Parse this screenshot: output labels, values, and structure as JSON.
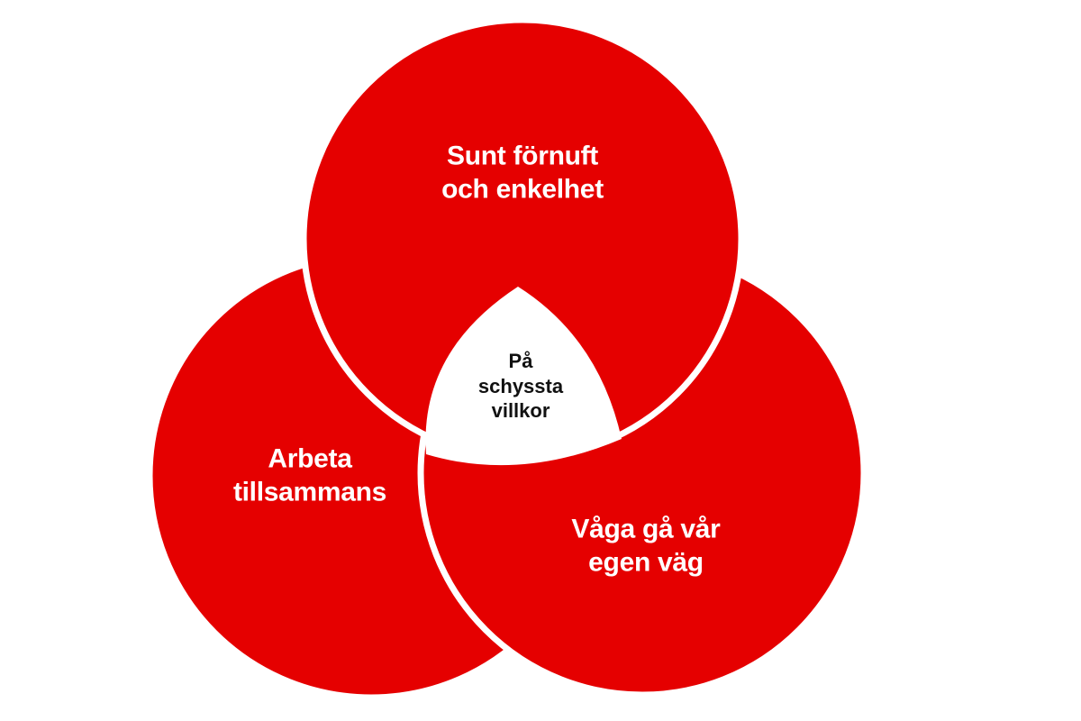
{
  "colors": {
    "circle_fill": "#e50000",
    "gap_stroke": "#ffffff",
    "center_text": "#111111",
    "circle_text": "#ffffff"
  },
  "circles": {
    "top": {
      "line1": "Sunt förnuft",
      "line2": "och enkelhet"
    },
    "left": {
      "line1": "Arbeta",
      "line2": "tillsammans"
    },
    "right": {
      "line1": "Våga gå vår",
      "line2": "egen väg"
    }
  },
  "center": {
    "line1": "På",
    "line2": "schyssta",
    "line3": "villkor"
  }
}
